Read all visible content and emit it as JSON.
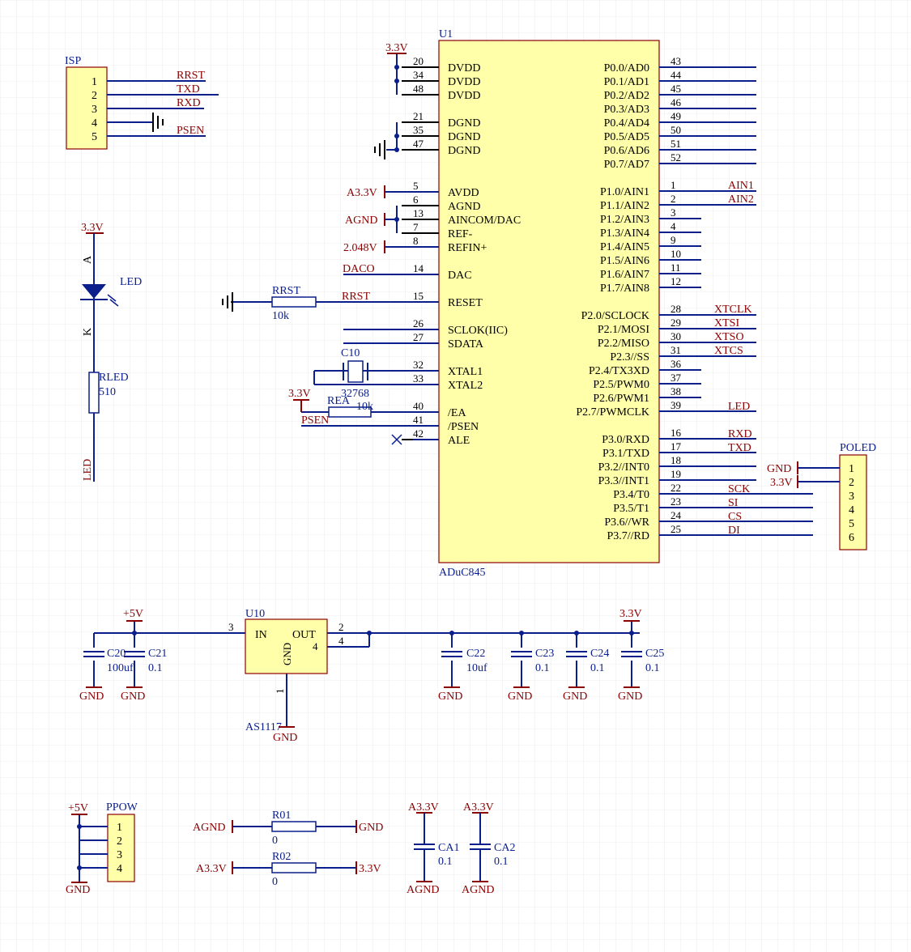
{
  "colors": {
    "wire": "#0a1e8c",
    "power": "#8b0000",
    "body": "#ffffaa",
    "body_border": "#8b0000",
    "grid": "#ececec"
  },
  "u1": {
    "designator": "U1",
    "part": "ADuC845",
    "left_pins": [
      {
        "num": "20",
        "name": "DVDD"
      },
      {
        "num": "34",
        "name": "DVDD"
      },
      {
        "num": "48",
        "name": "DVDD"
      },
      {
        "num": "21",
        "name": "DGND"
      },
      {
        "num": "35",
        "name": "DGND"
      },
      {
        "num": "47",
        "name": "DGND"
      },
      {
        "num": "5",
        "name": "AVDD"
      },
      {
        "num": "6",
        "name": "AGND"
      },
      {
        "num": "13",
        "name": "AINCOM/DAC"
      },
      {
        "num": "7",
        "name": "REF-"
      },
      {
        "num": "8",
        "name": "REFIN+"
      },
      {
        "num": "14",
        "name": "DAC"
      },
      {
        "num": "15",
        "name": "RESET"
      },
      {
        "num": "26",
        "name": "SCLOK(IIC)"
      },
      {
        "num": "27",
        "name": "SDATA"
      },
      {
        "num": "32",
        "name": "XTAL1"
      },
      {
        "num": "33",
        "name": "XTAL2"
      },
      {
        "num": "40",
        "name": "/EA"
      },
      {
        "num": "41",
        "name": "/PSEN"
      },
      {
        "num": "42",
        "name": "ALE"
      }
    ],
    "right_pins": [
      {
        "num": "43",
        "name": "P0.0/AD0"
      },
      {
        "num": "44",
        "name": "P0.1/AD1"
      },
      {
        "num": "45",
        "name": "P0.2/AD2"
      },
      {
        "num": "46",
        "name": "P0.3/AD3"
      },
      {
        "num": "49",
        "name": "P0.4/AD4"
      },
      {
        "num": "50",
        "name": "P0.5/AD5"
      },
      {
        "num": "51",
        "name": "P0.6/AD6"
      },
      {
        "num": "52",
        "name": "P0.7/AD7"
      },
      {
        "num": "1",
        "name": "P1.0/AIN1"
      },
      {
        "num": "2",
        "name": "P1.1/AIN2"
      },
      {
        "num": "3",
        "name": "P1.2/AIN3"
      },
      {
        "num": "4",
        "name": "P1.3/AIN4"
      },
      {
        "num": "9",
        "name": "P1.4/AIN5"
      },
      {
        "num": "10",
        "name": "P1.5/AIN6"
      },
      {
        "num": "11",
        "name": "P1.6/AIN7"
      },
      {
        "num": "12",
        "name": "P1.7/AIN8"
      },
      {
        "num": "28",
        "name": "P2.0/SCLOCK"
      },
      {
        "num": "29",
        "name": "P2.1/MOSI"
      },
      {
        "num": "30",
        "name": "P2.2/MISO"
      },
      {
        "num": "31",
        "name": "P2.3//SS"
      },
      {
        "num": "36",
        "name": "P2.4/TX3XD"
      },
      {
        "num": "37",
        "name": "P2.5/PWM0"
      },
      {
        "num": "38",
        "name": "P2.6/PWM1"
      },
      {
        "num": "39",
        "name": "P2.7/PWMCLK"
      },
      {
        "num": "16",
        "name": "P3.0/RXD"
      },
      {
        "num": "17",
        "name": "P3.1/TXD"
      },
      {
        "num": "18",
        "name": "P3.2//INT0"
      },
      {
        "num": "19",
        "name": "P3.3//INT1"
      },
      {
        "num": "22",
        "name": "P3.4/T0"
      },
      {
        "num": "23",
        "name": "P3.5/T1"
      },
      {
        "num": "24",
        "name": "P3.6//WR"
      },
      {
        "num": "25",
        "name": "P3.7//RD"
      }
    ],
    "net_labels": {
      "aux_3v3": "3.3V",
      "avdd": "A3.3V",
      "agnd": "AGND",
      "refin": "2.048V",
      "daco": "DACO",
      "rrst": "RRST",
      "ain1": "AIN1",
      "ain2": "AIN2",
      "xtclk": "XTCLK",
      "xtsi": "XTSI",
      "xtso": "XTSO",
      "xtcs": "XTCS",
      "led": "LED",
      "rxd": "RXD",
      "txd": "TXD",
      "gnd": "GND",
      "poled_3v3": "3.3V",
      "sck": "SCK",
      "si": "SI",
      "cs": "CS",
      "di": "DI",
      "psen": "PSEN"
    }
  },
  "isp": {
    "designator": "ISP",
    "pins": [
      "1",
      "2",
      "3",
      "4",
      "5"
    ],
    "nets": [
      "RRST",
      "TXD",
      "RXD",
      "PSEN"
    ]
  },
  "poled": {
    "designator": "POLED",
    "pins": [
      "1",
      "2",
      "3",
      "4",
      "5",
      "6"
    ]
  },
  "ppow": {
    "designator": "PPOW",
    "pins": [
      "1",
      "2",
      "3",
      "4"
    ],
    "vcc": "+5V",
    "gnd": "GND"
  },
  "led_block": {
    "vcc": "3.3V",
    "anode": "A",
    "cathode": "K",
    "designator": "LED",
    "res_designator": "RLED",
    "res_value": "510",
    "net": "LED"
  },
  "reset_block": {
    "res_designator": "RRST",
    "res_value": "10k",
    "net": "RRST"
  },
  "crystal": {
    "designator": "C10",
    "value": "32768"
  },
  "rea": {
    "vcc": "3.3V",
    "designator": "REA",
    "value": "10k",
    "net": "PSEN"
  },
  "power": {
    "u10_designator": "U10",
    "u10_part": "AS1117",
    "in_label": "IN",
    "out_label": "OUT",
    "gnd_label": "GND",
    "pin_in": "3",
    "pin_out": "2",
    "pin_tab": "4",
    "pin_tab_in": "4",
    "pin_gnd": "1",
    "vin": "+5V",
    "vout": "3.3V",
    "gnd": "GND",
    "caps": [
      {
        "designator": "C20",
        "value": "100uf"
      },
      {
        "designator": "C21",
        "value": "0.1"
      },
      {
        "designator": "C22",
        "value": "10uf"
      },
      {
        "designator": "C23",
        "value": "0.1"
      },
      {
        "designator": "C24",
        "value": "0.1"
      },
      {
        "designator": "C25",
        "value": "0.1"
      }
    ]
  },
  "analog": {
    "r01": {
      "designator": "R01",
      "value": "0",
      "left": "AGND",
      "right": "GND"
    },
    "r02": {
      "designator": "R02",
      "value": "0",
      "left": "A3.3V",
      "right": "3.3V"
    },
    "ca1": {
      "designator": "CA1",
      "value": "0.1",
      "vcc": "A3.3V",
      "gnd": "AGND"
    },
    "ca2": {
      "designator": "CA2",
      "value": "0.1",
      "vcc": "A3.3V",
      "gnd": "AGND"
    }
  }
}
